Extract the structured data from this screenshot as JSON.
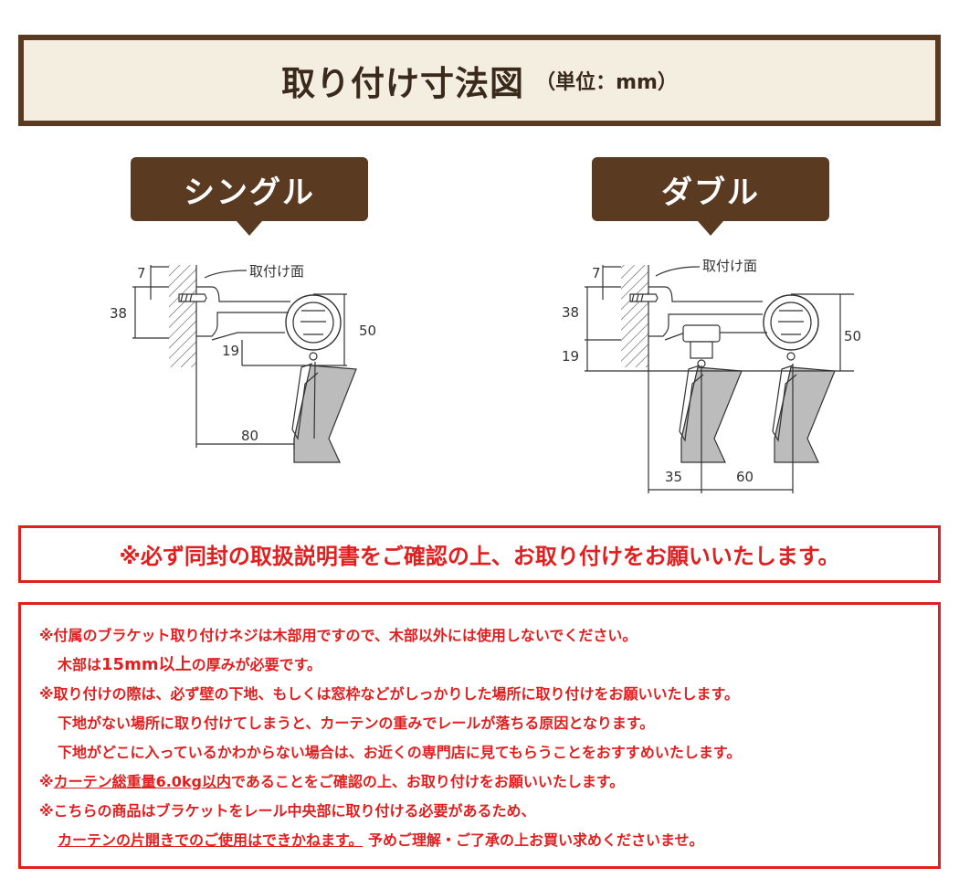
{
  "title": {
    "main": "取り付け寸法図",
    "unit": "（単位：mm）"
  },
  "single": {
    "label": "シングル",
    "mount_label": "取付け面",
    "dims": {
      "top_gap": "7",
      "bracket_height": "38",
      "rail_height": "50",
      "hook_drop": "19",
      "projection": "80"
    }
  },
  "double": {
    "label": "ダブル",
    "mount_label": "取付け面",
    "dims": {
      "top_gap": "7",
      "bracket_height": "38",
      "rail_height": "50",
      "hook_drop": "19",
      "inner_offset": "35",
      "rail_spacing": "60"
    }
  },
  "notice": "※必ず同封の取扱説明書をご確認の上、お取り付けをお願いいたします。",
  "notes": {
    "l1": "※付属のブラケット取り付けネジは木部用ですので、木部以外には使用しないでください。",
    "l2a": "木部は",
    "l2b": "15mm以上",
    "l2c": "の厚みが必要です。",
    "l3": "※取り付けの際は、必ず壁の下地、もしくは窓枠などがしっかりした場所に取り付けをお願いいたします。",
    "l4": "下地がない場所に取り付けてしまうと、カーテンの重みでレールが落ちる原因となります。",
    "l5": "下地がどこに入っているかわからない場合は、お近くの専門店に見てもらうことをおすすめいたします。",
    "l6a": "※",
    "l6b": "カーテン総重量6.0kg以内",
    "l6c": "であることをご確認の上、お取り付けをお願いいたします。",
    "l7": "※こちらの商品はブラケットをレール中央部に取り付ける必要があるため、",
    "l8a": "カーテンの片開きでのご使用はできかねます。",
    "l8b": "予めご理解・ご了承の上お買い求めくださいませ。"
  }
}
